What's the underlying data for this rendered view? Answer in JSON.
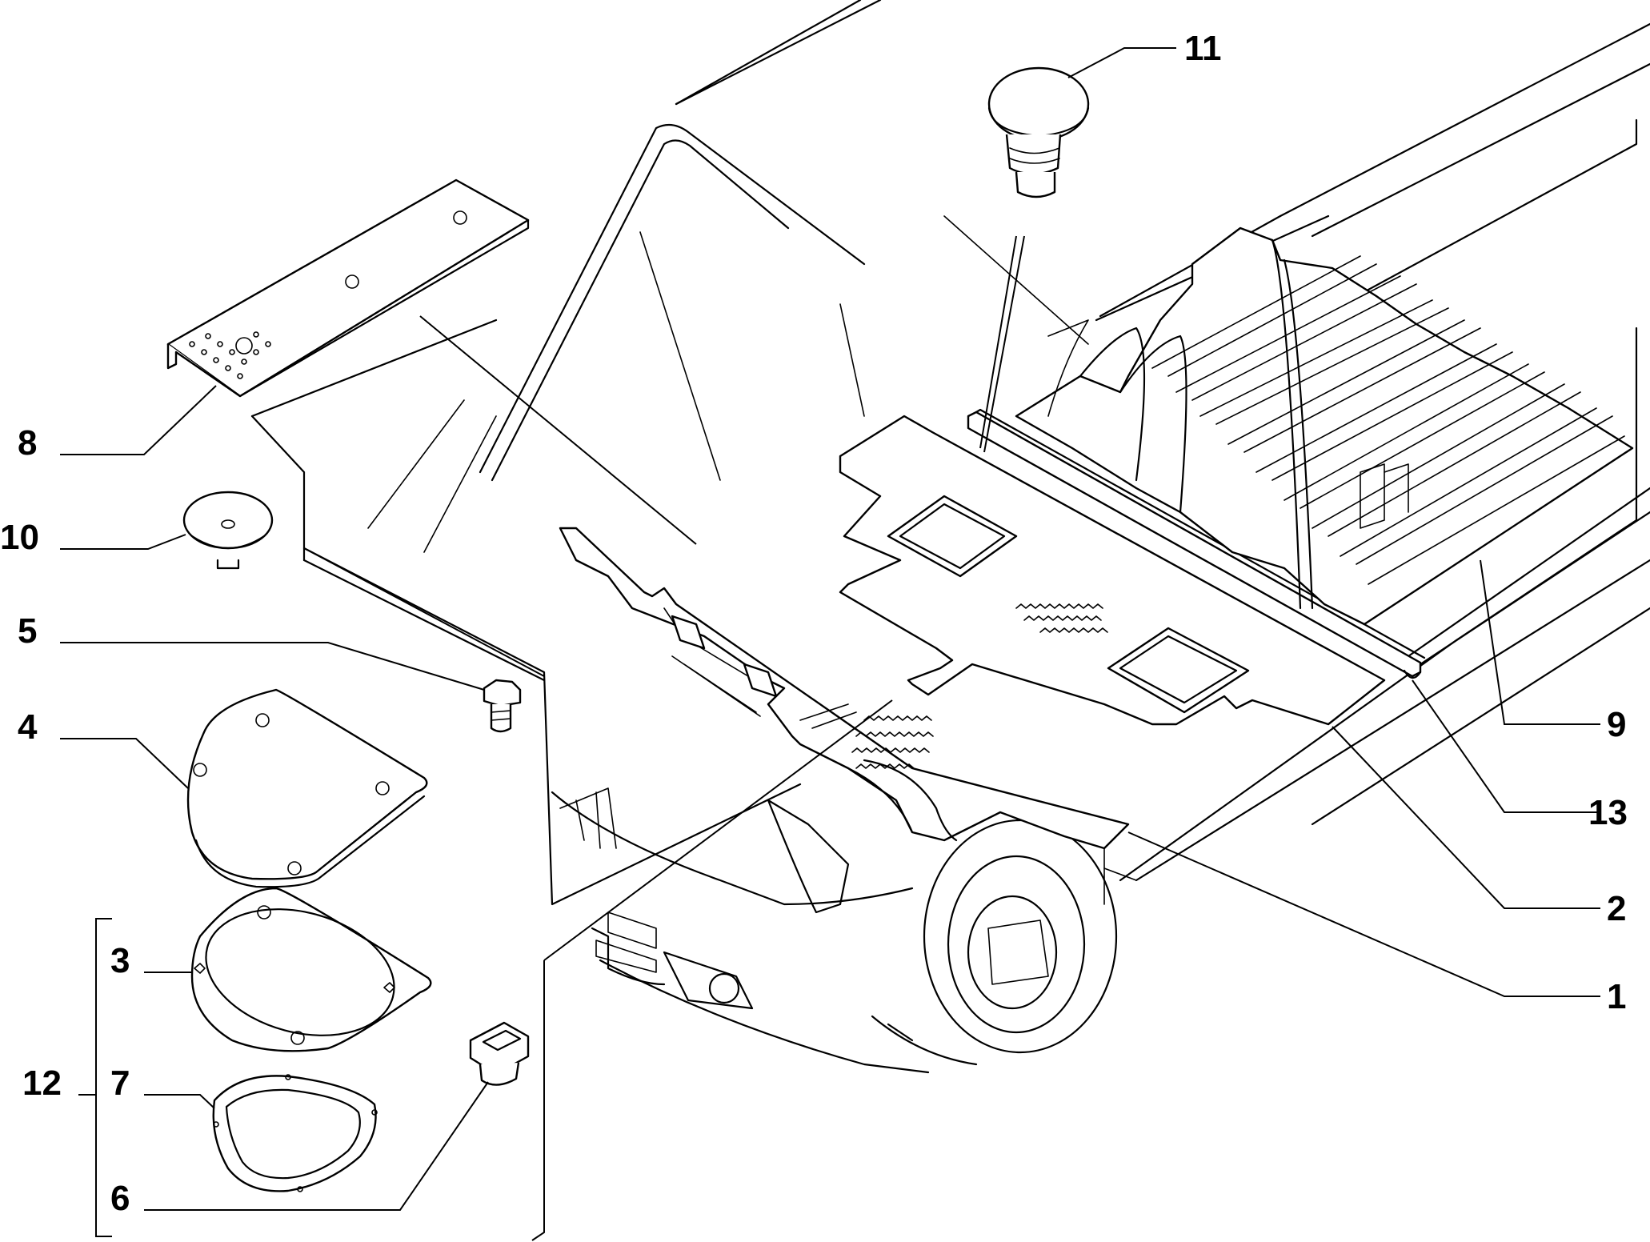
{
  "labels": {
    "l1": "1",
    "l2": "2",
    "l3": "3",
    "l4": "4",
    "l5": "5",
    "l6": "6",
    "l7": "7",
    "l8": "8",
    "l9": "9",
    "l10": "10",
    "l11": "11",
    "l12": "12",
    "l13": "13"
  },
  "colors": {
    "line": "#000000",
    "background": "#ffffff"
  }
}
